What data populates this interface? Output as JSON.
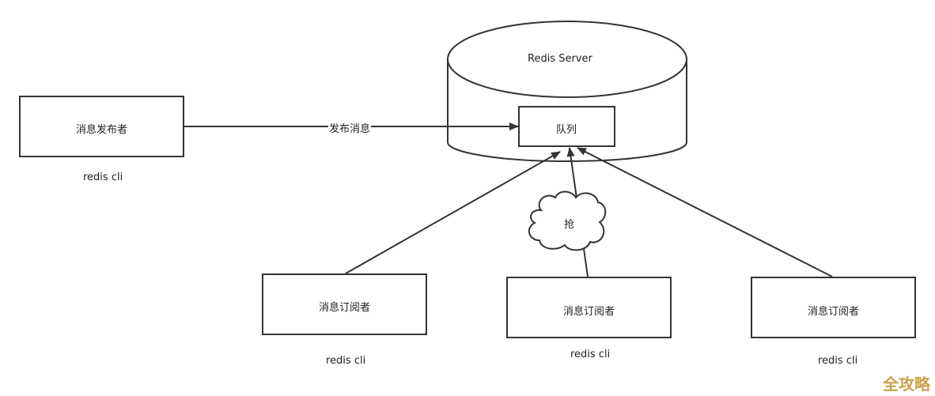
{
  "server": {
    "label": "Redis Server",
    "queue_label": "队列"
  },
  "publisher": {
    "label": "消息发布者",
    "cli_label": "redis cli"
  },
  "publish_edge": {
    "label": "发布消息"
  },
  "contention": {
    "label": "抢"
  },
  "subscribers": [
    {
      "label": "消息订阅者",
      "cli_label": "redis cli"
    },
    {
      "label": "消息订阅者",
      "cli_label": "redis cli"
    },
    {
      "label": "消息订阅者",
      "cli_label": "redis cli"
    }
  ],
  "watermark": {
    "text": "全攻略"
  }
}
